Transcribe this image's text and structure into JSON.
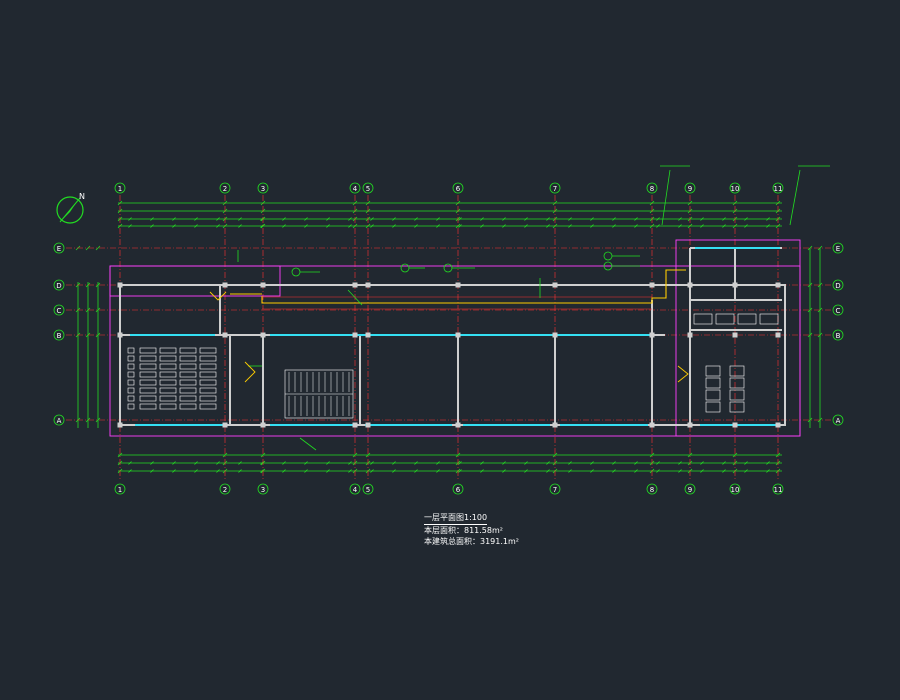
{
  "drawing": {
    "north_label": "N",
    "axes_columns": [
      "1",
      "2",
      "3",
      "4",
      "5",
      "6",
      "7",
      "8",
      "9",
      "10",
      "11"
    ],
    "axes_rows": [
      "E",
      "D",
      "C",
      "B",
      "A"
    ],
    "title": "一层平面图1:100",
    "floor_area": "本层面积：811.58m²",
    "total_area": "本建筑总面积：3191.1m²"
  },
  "colors": {
    "background": "#212830",
    "axis_line": "#ff3030",
    "dimension": "#22dd22",
    "wall": "#cfcfcf",
    "window": "#00e5ff",
    "outline": "#ff40ff",
    "corridor_line": "#ffcc00",
    "text": "#ffffff"
  }
}
